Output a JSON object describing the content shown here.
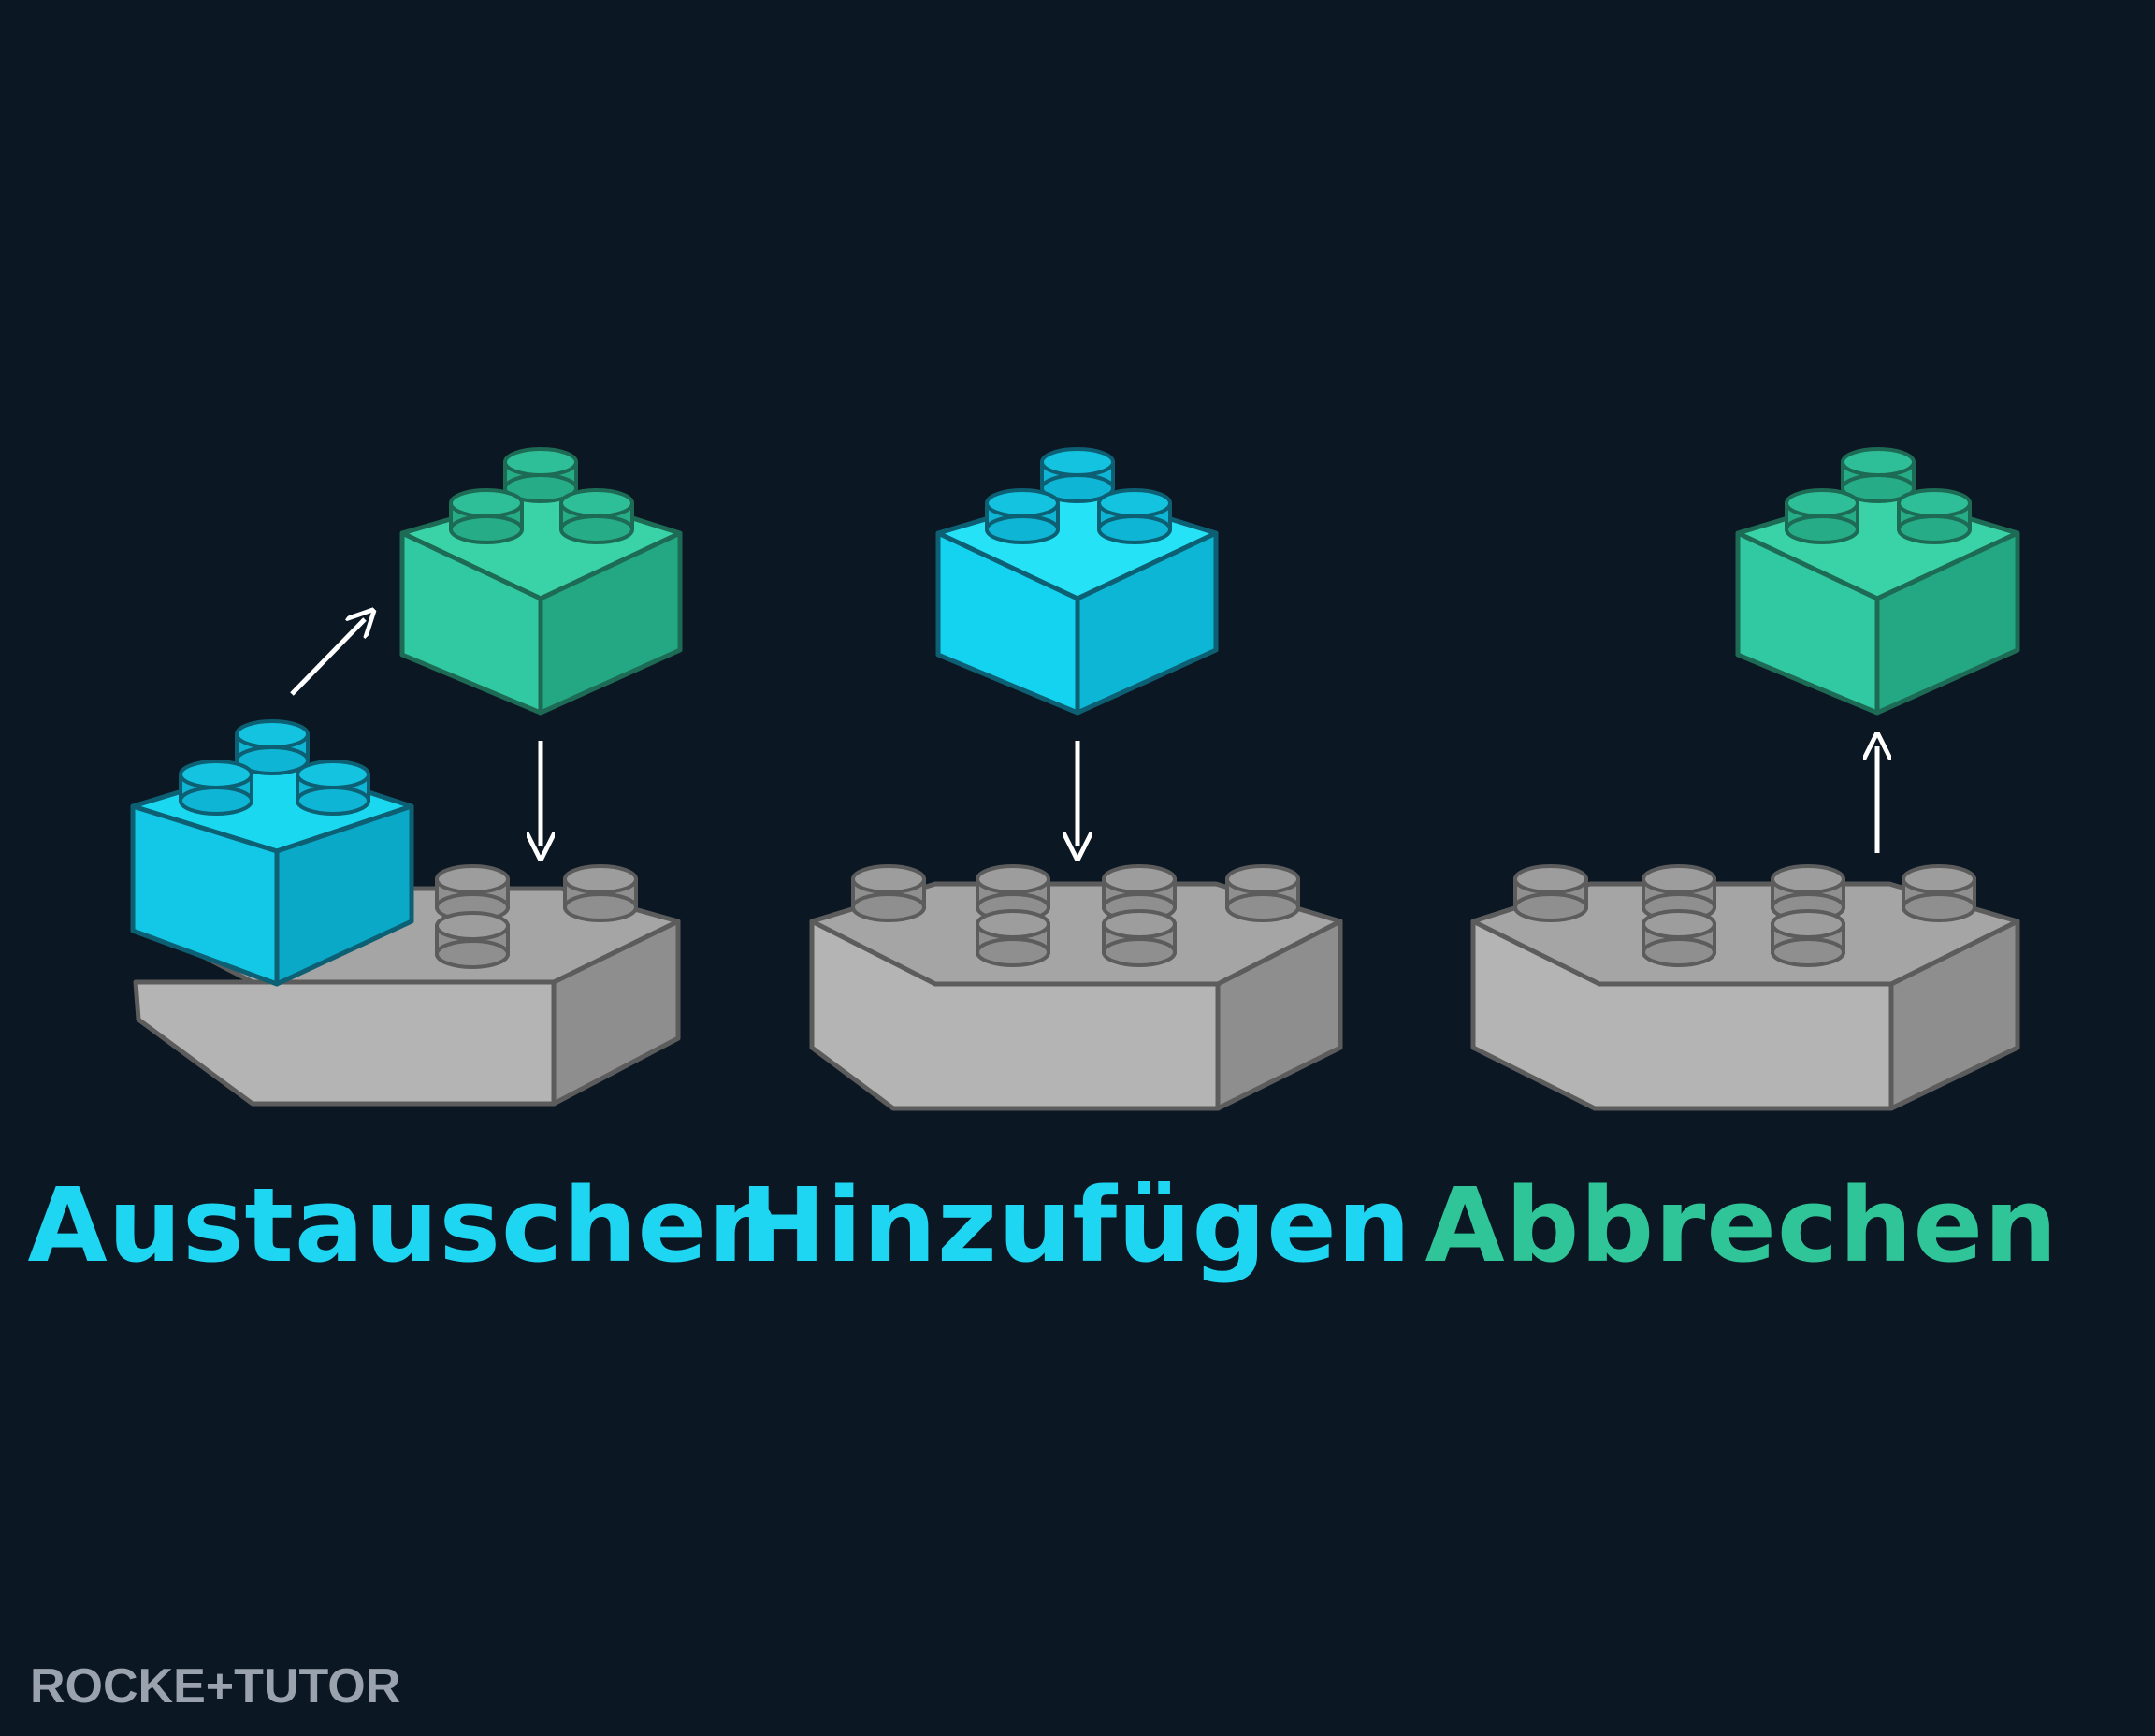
{
  "diagram": {
    "panels": [
      {
        "label": "Austauschen",
        "label_color": "#1fd6f2",
        "old_block_color": "#10c7e0",
        "new_block_color": "#31c9a1",
        "arrows": [
          "arrow-up-right",
          "arrow-down"
        ]
      },
      {
        "label": "Hinzufügen",
        "label_color": "#1fd6f2",
        "block_color": "#14d3f0",
        "arrows": [
          "arrow-down"
        ]
      },
      {
        "label": "Abbrechen",
        "label_color": "#30c598",
        "block_color": "#31c9a1",
        "arrows": [
          "arrow-up"
        ]
      }
    ],
    "base_color": "#a8a8a8"
  },
  "logo": {
    "text": "ROCKE+TUTOR",
    "color": "#9aa3ad",
    "accent": "#2aa6d6"
  }
}
